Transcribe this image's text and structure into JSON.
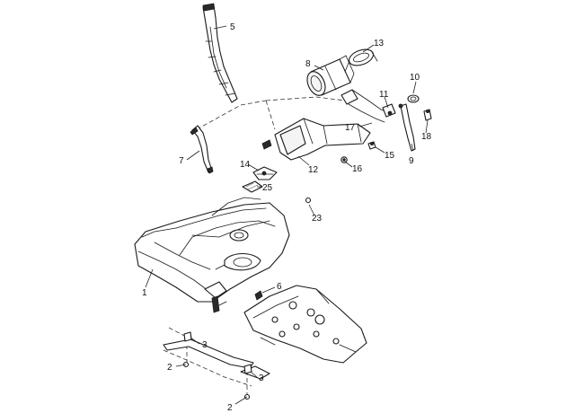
{
  "callouts": {
    "c1": "1",
    "c2a": "2",
    "c2b": "2",
    "c3a": "3",
    "c3b": "3",
    "c5": "5",
    "c6": "6",
    "c7": "7",
    "c8": "8",
    "c9": "9",
    "c10": "10",
    "c11": "11",
    "c12": "12",
    "c13": "13",
    "c14": "14",
    "c15": "15",
    "c16": "16",
    "c17": "17",
    "c18": "18",
    "c23": "23",
    "c25": "25"
  }
}
